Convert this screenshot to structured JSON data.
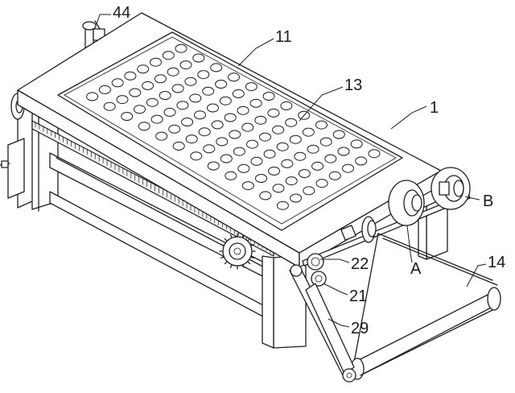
{
  "labels": {
    "label_44": "44",
    "label_11": "11",
    "label_13": "13",
    "label_1": "1",
    "label_B": "B",
    "label_14": "14",
    "label_22": "22",
    "label_A": "A",
    "label_21": "21",
    "label_29": "29"
  },
  "perforation": {
    "rows": 8,
    "cols": 12
  }
}
